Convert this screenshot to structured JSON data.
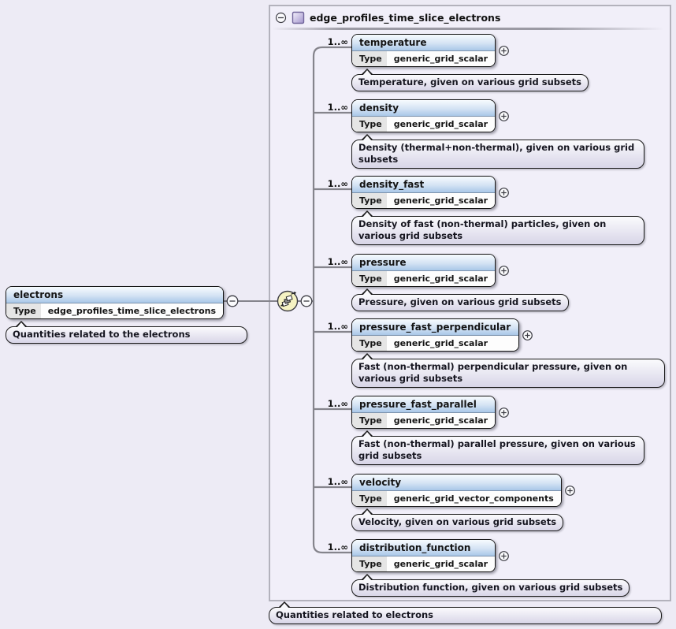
{
  "root": {
    "title": "edge_profiles_time_slice_electrons",
    "annotation": "Quantities related to electrons"
  },
  "type_label": "Type",
  "cardinality": "1..∞",
  "compositor": "sequence",
  "electrons": {
    "name": "electrons",
    "type": "edge_profiles_time_slice_electrons",
    "annotation": "Quantities related to the electrons"
  },
  "children": [
    {
      "name": "temperature",
      "type": "generic_grid_scalar",
      "annotation": "Temperature, given on various grid subsets"
    },
    {
      "name": "density",
      "type": "generic_grid_scalar",
      "annotation": "Density (thermal+non-thermal), given on various grid subsets"
    },
    {
      "name": "density_fast",
      "type": "generic_grid_scalar",
      "annotation": "Density of fast (non-thermal) particles, given on various grid subsets"
    },
    {
      "name": "pressure",
      "type": "generic_grid_scalar",
      "annotation": "Pressure, given on various grid subsets"
    },
    {
      "name": "pressure_fast_perpendicular",
      "type": "generic_grid_scalar",
      "annotation": "Fast (non-thermal) perpendicular pressure, given on various grid subsets"
    },
    {
      "name": "pressure_fast_parallel",
      "type": "generic_grid_scalar",
      "annotation": "Fast (non-thermal) parallel pressure, given on various grid subsets"
    },
    {
      "name": "velocity",
      "type": "generic_grid_vector_components",
      "annotation": "Velocity, given on various grid subsets"
    },
    {
      "name": "distribution_function",
      "type": "generic_grid_scalar",
      "annotation": "Distribution function, given on various grid subsets"
    }
  ],
  "icons": {
    "collapse": "minus-circle",
    "expand": "plus-circle",
    "compositor": "sequence-icon",
    "complex_type": "purple-square"
  },
  "colors": {
    "page_background": "#edebf5",
    "container_background": "#f1eff9",
    "element_header_top": "#f7fbfe",
    "element_header_bottom": "#a9c7e8",
    "annotation_fill": "#dcd9ea",
    "compositor_fill": "#f6f3c3",
    "complex_type_fill": "#ab9dd2",
    "connector": "#85848c"
  }
}
